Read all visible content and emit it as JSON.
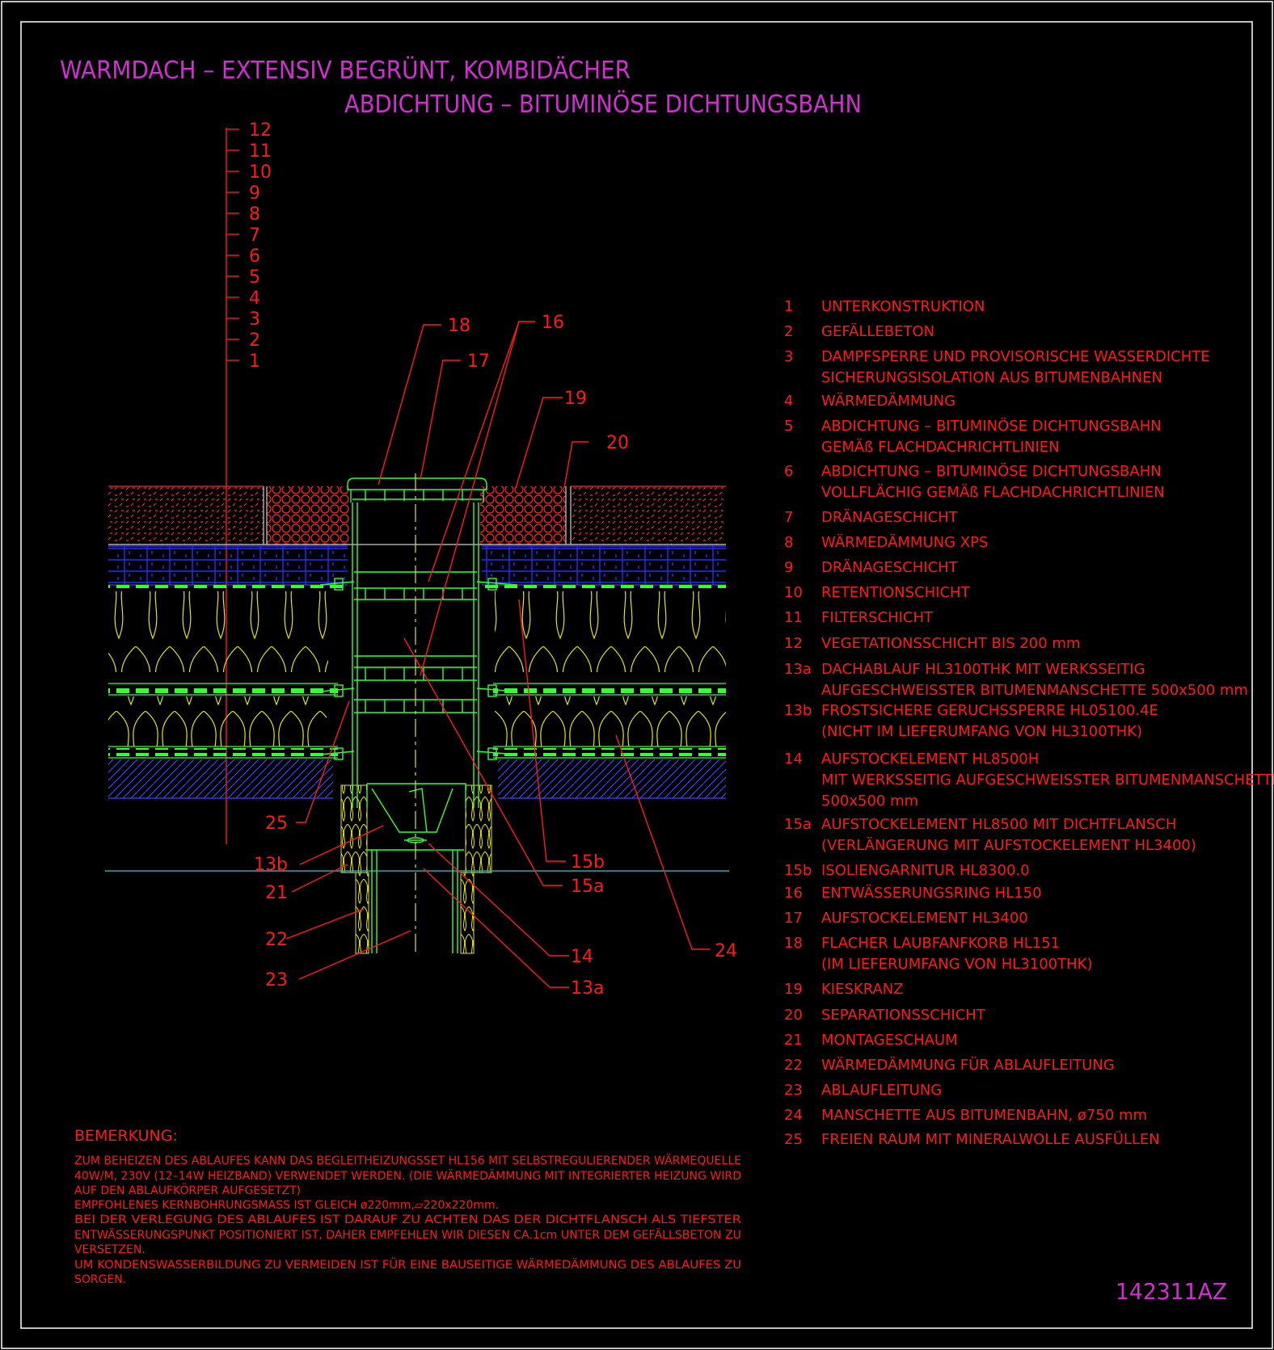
{
  "title": {
    "line1": "WARMDACH – EXTENSIV BEGRÜNT, KOMBIDÄCHER",
    "line2": "ABDICHTUNG – BITUMINÖSE DICHTUNGSBAHN"
  },
  "drawing_number": "142311AZ",
  "layer_scale": [
    "12",
    "11",
    "10",
    "9",
    "8",
    "7",
    "6",
    "5",
    "4",
    "3",
    "2",
    "1"
  ],
  "callouts": [
    "18",
    "17",
    "16",
    "19",
    "20",
    "25",
    "13b",
    "21",
    "22",
    "23",
    "15b",
    "15a",
    "14",
    "13a",
    "24"
  ],
  "legend": [
    {
      "num": "1",
      "lines": [
        "UNTERKONSTRUKTION"
      ]
    },
    {
      "num": "2",
      "lines": [
        "GEFÄLLEBETON"
      ]
    },
    {
      "num": "3",
      "lines": [
        "DAMPFSPERRE UND PROVISORISCHE WASSERDICHTE",
        "SICHERUNGSISOLATION AUS BITUMENBAHNEN"
      ]
    },
    {
      "num": "4",
      "lines": [
        "WÄRMEDÄMMUNG"
      ]
    },
    {
      "num": "5",
      "lines": [
        "ABDICHTUNG – BITUMINÖSE DICHTUNGSBAHN",
        "GEMÄß FLACHDACHRICHTLINIEN"
      ]
    },
    {
      "num": "6",
      "lines": [
        "ABDICHTUNG – BITUMINÖSE DICHTUNGSBAHN",
        "VOLLFLÄCHIG GEMÄß FLACHDACHRICHTLINIEN"
      ]
    },
    {
      "num": "7",
      "lines": [
        "DRÄNAGESCHICHT"
      ]
    },
    {
      "num": "8",
      "lines": [
        "WÄRMEDÄMMUNG XPS"
      ]
    },
    {
      "num": "9",
      "lines": [
        "DRÄNAGESCHICHT"
      ]
    },
    {
      "num": "10",
      "lines": [
        "RETENTIONSCHICHT"
      ]
    },
    {
      "num": "11",
      "lines": [
        "FILTERSCHICHT"
      ]
    },
    {
      "num": "12",
      "lines": [
        "VEGETATIONSSCHICHT BIS 200 mm"
      ]
    },
    {
      "num": "13a",
      "lines": [
        "DACHABLAUF HL3100THK MIT WERKSSEITIG",
        "AUFGESCHWEISSTER BITUMENMANSCHETTE 500x500 mm"
      ]
    },
    {
      "num": "13b",
      "lines": [
        "FROSTSICHERE GERUCHSSPERRE HL05100.4E",
        "(NICHT IM LIEFERUMFANG VON HL3100THK)"
      ]
    },
    {
      "num": "14",
      "lines": [
        "AUFSTOCKELEMENT HL8500H",
        "MIT WERKSSEITIG AUFGESCHWEISSTER BITUMENMANSCHETTE",
        "500x500 mm"
      ]
    },
    {
      "num": "15a",
      "lines": [
        "AUFSTOCKELEMENT HL8500 MIT DICHTFLANSCH",
        "(VERLÄNGERUNG MIT AUFSTOCKELEMENT HL3400)"
      ]
    },
    {
      "num": "15b",
      "lines": [
        "ISOLIENGARNITUR HL8300.0"
      ]
    },
    {
      "num": "16",
      "lines": [
        "ENTWÄSSERUNGSRING HL150"
      ]
    },
    {
      "num": "17",
      "lines": [
        "AUFSTOCKELEMENT HL3400"
      ]
    },
    {
      "num": "18",
      "lines": [
        "FLACHER LAUBFANFKORB HL151",
        "(IM LIEFERUMFANG VON HL3100THK)"
      ]
    },
    {
      "num": "19",
      "lines": [
        "KIESKRANZ"
      ]
    },
    {
      "num": "20",
      "lines": [
        "SEPARATIONSSCHICHT"
      ]
    },
    {
      "num": "21",
      "lines": [
        "MONTAGESCHAUM"
      ]
    },
    {
      "num": "22",
      "lines": [
        "WÄRMEDÄMMUNG FÜR ABLAUFLEITUNG"
      ]
    },
    {
      "num": "23",
      "lines": [
        "ABLAUFLEITUNG"
      ]
    },
    {
      "num": "24",
      "lines": [
        "MANSCHETTE AUS BITUMENBAHN, ø750 mm"
      ]
    },
    {
      "num": "25",
      "lines": [
        "FREIEN RAUM MIT MINERALWOLLE AUSFÜLLEN"
      ]
    }
  ],
  "remark": {
    "heading": "BEMERKUNG:",
    "lines": [
      "ZUM BEHEIZEN DES ABLAUFES KANN DAS BEGLEITHEIZUNGSSET HL156 MIT SELBSTREGULIERENDER WÄRMEQUELLE",
      "40W/M, 230V (12–14W HEIZBAND) VERWENDET WERDEN. (DIE WÄRMEDÄMMUNG MIT INTEGRIERTER HEIZUNG WIRD",
      "AUF DEN ABLAUFKÖRPER AUFGESETZT)",
      "EMPFOHLENES KERNBOHRUNGSMASS IST GLEICH ø220mm,▱220x220mm.",
      "BEI DER VERLEGUNG DES ABLAUFES IST DARAUF ZU ACHTEN DAS DER DICHTFLANSCH ALS TIEFSTER",
      "ENTWÄSSERUNGSPUNKT POSITIONIERT IST, DAHER EMPFEHLEN WIR DIESEN CA.1cm UNTER DEM GEFÄLLSBETON ZU",
      "VERSETZEN.",
      "UM KONDENSWASSERBILDUNG ZU VERMEIDEN IST FÜR EINE BAUSEITIGE WÄRMEDÄMMUNG DES ABLAUFES ZU",
      "SORGEN."
    ]
  },
  "colors": {
    "background": "#000000",
    "frame": "#ffffff",
    "title": "#d030d0",
    "annotation": "#ff1a1a",
    "drain": "#33ff33",
    "insulation": "#e6e600",
    "xps": "#2a2aff",
    "floor_line": "#22aaaa"
  }
}
